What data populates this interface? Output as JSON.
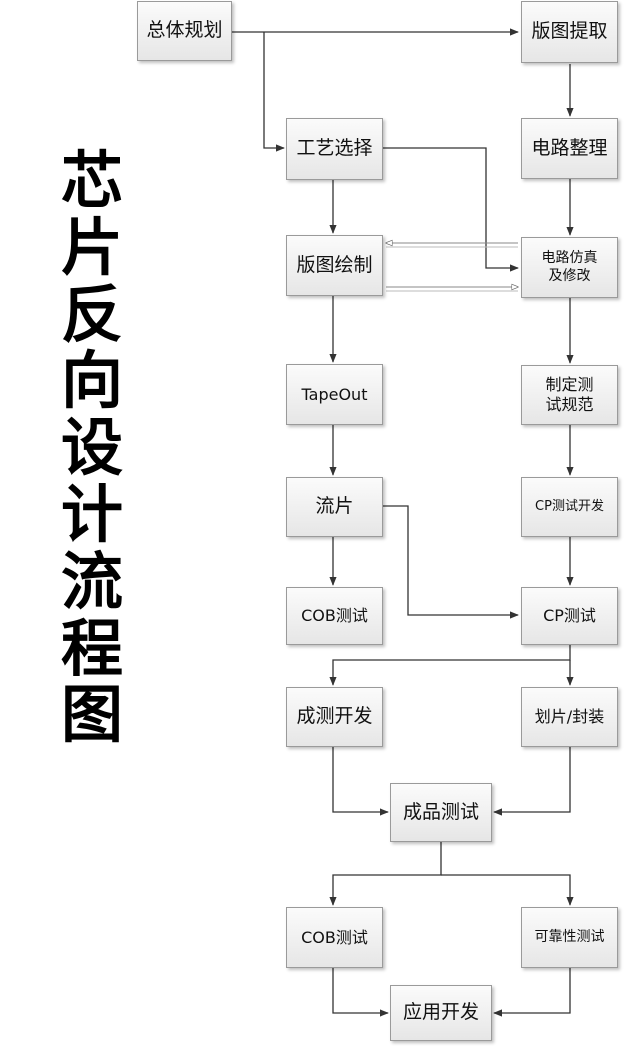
{
  "title": "芯片反向设计流程图",
  "nodes": {
    "overall": "总体规划",
    "layout_extract": "版图提取",
    "process_select": "工艺选择",
    "circuit_organize": "电路整理",
    "layout_draw": "版图绘制",
    "circuit_sim": "电路仿真及修改",
    "tapeout": "TapeOut",
    "test_spec": "制定测试规范",
    "fab": "流片",
    "cp_dev": "CP测试开发",
    "cob_test_1": "COB测试",
    "cp_test": "CP测试",
    "final_dev": "成测开发",
    "dicing": "划片/封装",
    "final_test": "成品测试",
    "cob_test_2": "COB测试",
    "reliability": "可靠性测试",
    "app_dev": "应用开发"
  }
}
